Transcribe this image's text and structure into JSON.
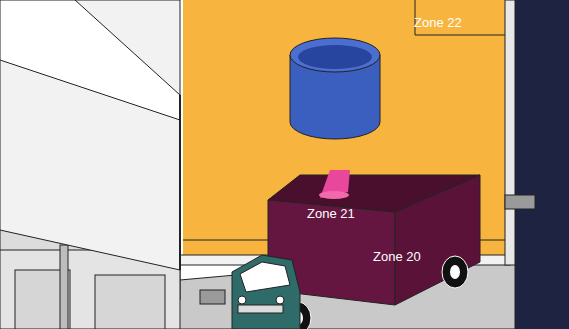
{
  "diagram": {
    "labels": [
      "Zone 22",
      "Zone 21",
      "Zone 20"
    ]
  }
}
